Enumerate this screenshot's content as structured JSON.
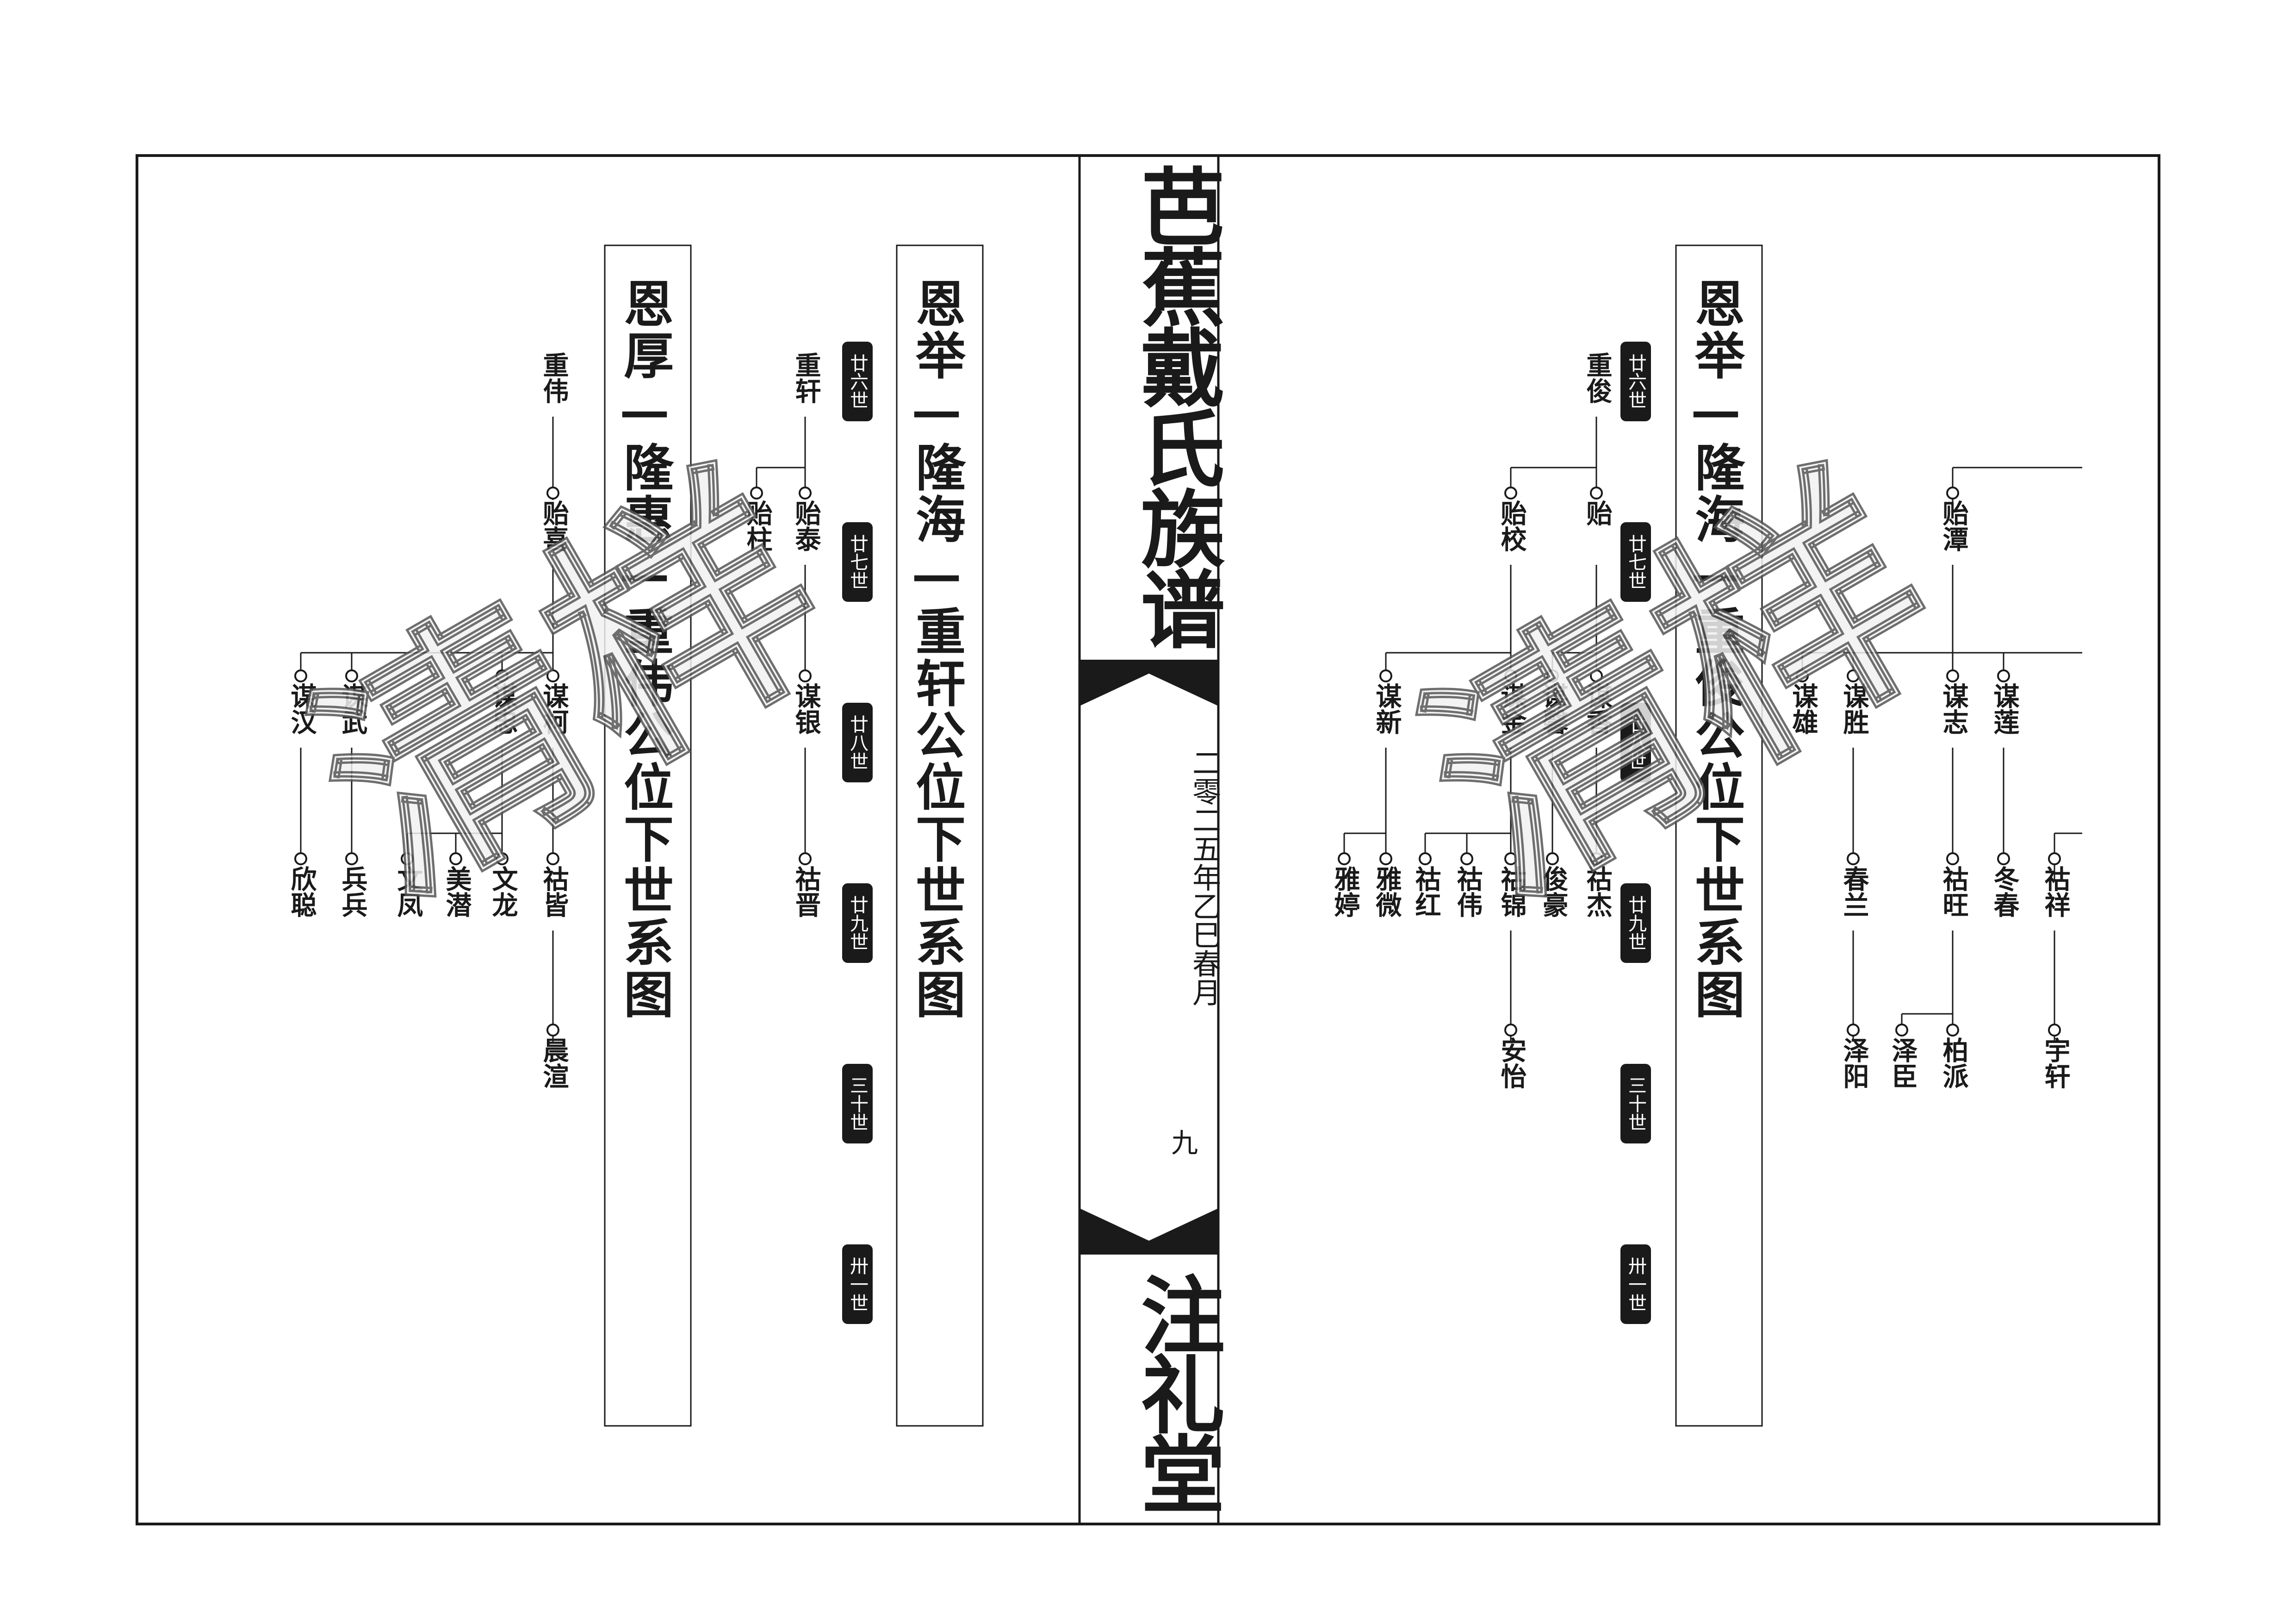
{
  "spine": {
    "title": "芭蕉戴氏族谱",
    "date": "二零二五年乙巳春月",
    "page_number": "九",
    "hall_name": "注礼堂"
  },
  "generations": [
    "廿六世",
    "廿七世",
    "廿八世",
    "廿九世",
    "三十世",
    "卅一世"
  ],
  "panels": [
    {
      "title": "恩举—隆海—重轩公位下世系图",
      "persons": [
        {
          "id": "chongxuan",
          "name": "重轩"
        },
        {
          "id": "yitai",
          "name": "贻泰"
        },
        {
          "id": "yizhu",
          "name": "贻柱"
        },
        {
          "id": "mouyin",
          "name": "谋银"
        },
        {
          "id": "hujin",
          "name": "祜晋"
        }
      ]
    },
    {
      "title": "恩厚—隆惠—重伟公位下世系图",
      "persons": [
        {
          "id": "chongwei",
          "name": "重伟"
        },
        {
          "id": "yixi",
          "name": "贻喜"
        },
        {
          "id": "mouke",
          "name": "谋柯"
        },
        {
          "id": "mouzhong",
          "name": "谋忠"
        },
        {
          "id": "mouwu",
          "name": "谋武"
        },
        {
          "id": "mouhan",
          "name": "谋汉"
        },
        {
          "id": "hujie",
          "name": "祜皆"
        },
        {
          "id": "wenlong",
          "name": "文龙"
        },
        {
          "id": "meiqian",
          "name": "美潜"
        },
        {
          "id": "wenfeng",
          "name": "文凤"
        },
        {
          "id": "bingbing",
          "name": "兵兵"
        },
        {
          "id": "xincong",
          "name": "欣聪"
        },
        {
          "id": "chenxuan",
          "name": "晨渲"
        }
      ]
    },
    {
      "title": "恩举—隆海—重俊公位下世系图",
      "persons": [
        {
          "id": "chongjun",
          "name": "重俊"
        },
        {
          "id": "yi",
          "name": "贻"
        },
        {
          "id": "yixiao",
          "name": "贻校"
        },
        {
          "id": "mouxiang",
          "name": "谋香"
        },
        {
          "id": "mouxin",
          "name": "谋馨"
        },
        {
          "id": "moujin",
          "name": "谋金"
        },
        {
          "id": "mouxin2",
          "name": "谋新"
        },
        {
          "id": "hujie2",
          "name": "祜杰"
        },
        {
          "id": "junhao",
          "name": "俊豪"
        },
        {
          "id": "hujin2",
          "name": "祜锦"
        },
        {
          "id": "huwei",
          "name": "祜伟"
        },
        {
          "id": "huhong",
          "name": "祜红"
        },
        {
          "id": "yawei",
          "name": "雅微"
        },
        {
          "id": "yating",
          "name": "雅婷"
        },
        {
          "id": "anyi",
          "name": "安怡"
        },
        {
          "id": "yitan",
          "name": "贻潭"
        },
        {
          "id": "moulian",
          "name": "谋莲"
        },
        {
          "id": "mouzhi",
          "name": "谋志"
        },
        {
          "id": "mousheng",
          "name": "谋胜"
        },
        {
          "id": "mouxiong",
          "name": "谋雄"
        },
        {
          "id": "huxiang",
          "name": "祜祥"
        },
        {
          "id": "dongchun",
          "name": "冬春"
        },
        {
          "id": "huwang",
          "name": "祜旺"
        },
        {
          "id": "chunlan",
          "name": "春兰"
        },
        {
          "id": "yuxuan",
          "name": "宇轩"
        },
        {
          "id": "baipai",
          "name": "柏派"
        },
        {
          "id": "zechen",
          "name": "泽臣"
        },
        {
          "id": "zeyang",
          "name": "泽阳"
        }
      ]
    }
  ],
  "watermark": "清样",
  "colors": {
    "ink": "#1a1a1a",
    "badge_bg": "#1a1a1a",
    "watermark_fill": "#f2f2f2",
    "watermark_stroke": "#555555"
  }
}
